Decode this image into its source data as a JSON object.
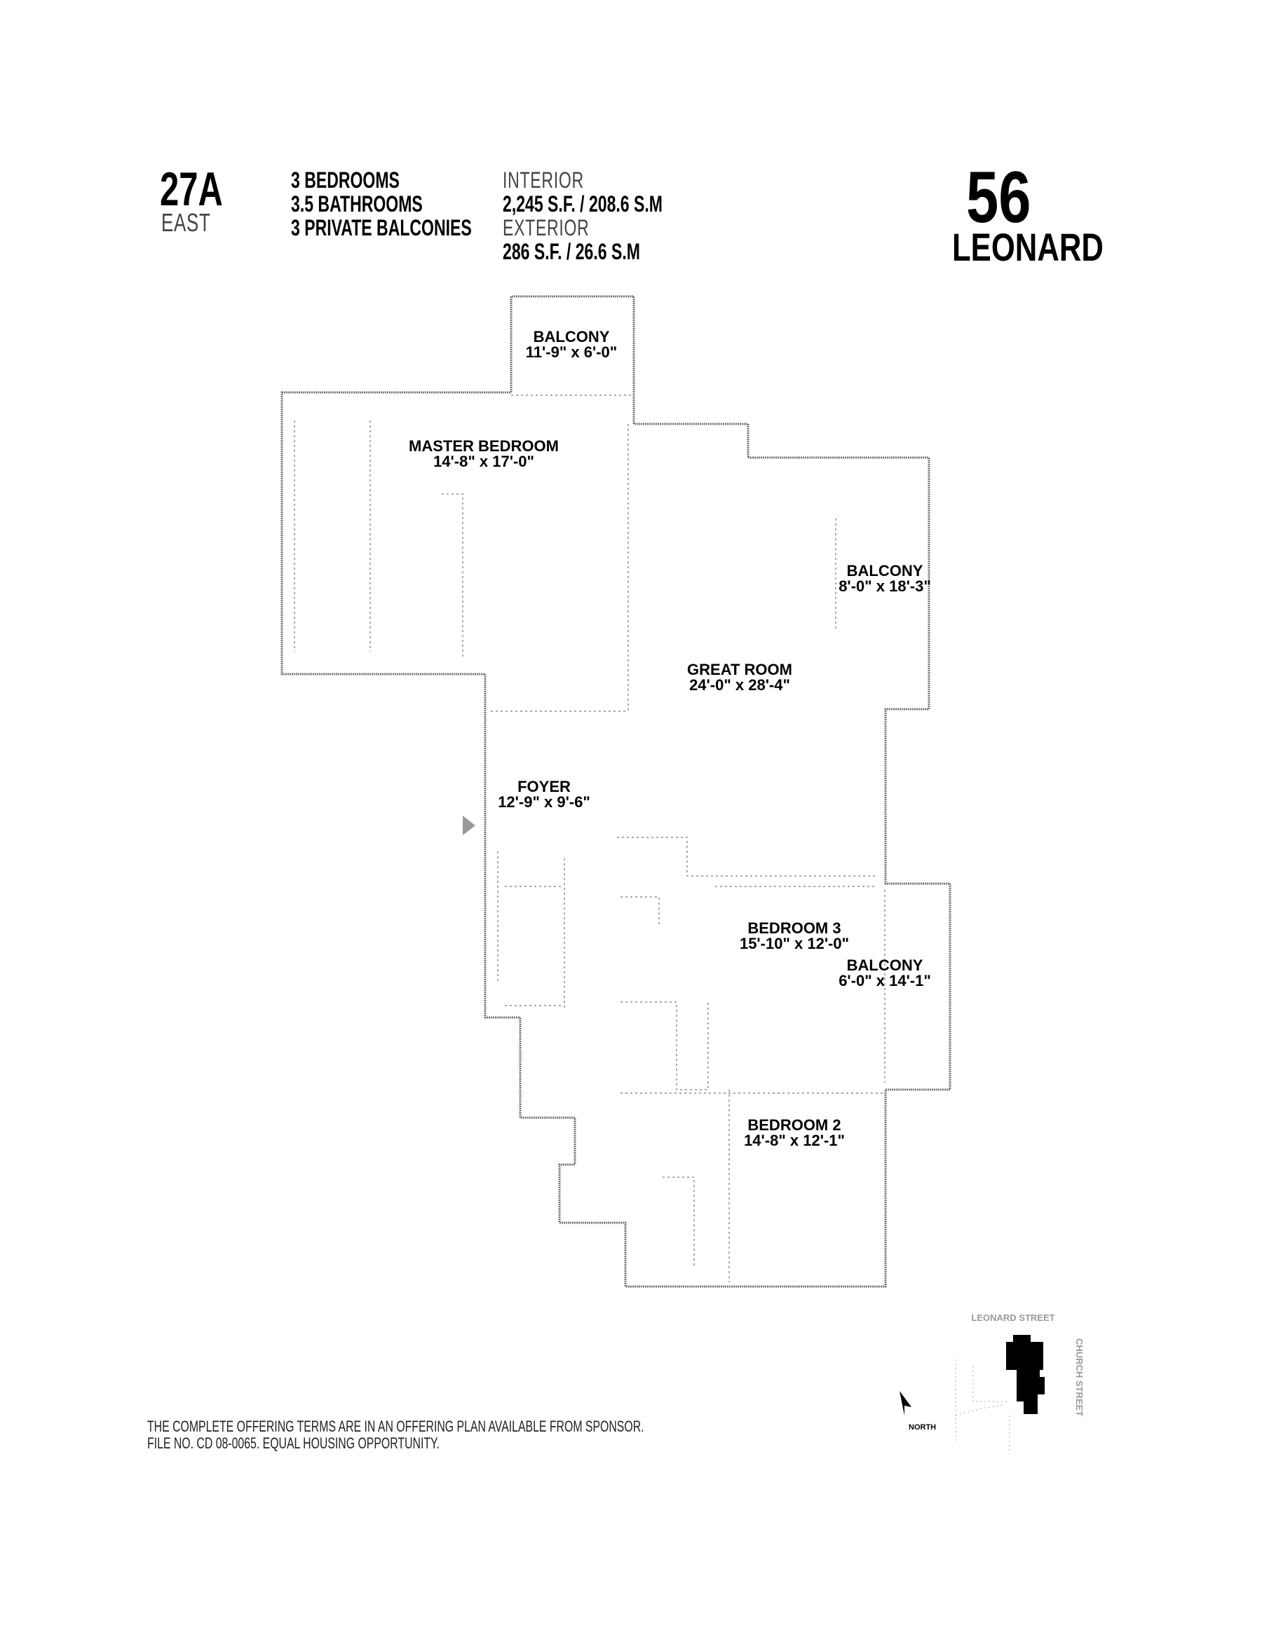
{
  "header": {
    "unit": "27A",
    "wing": "EAST",
    "features": [
      "3 BEDROOMS",
      "3.5 BATHROOMS",
      "3 PRIVATE BALCONIES"
    ],
    "interior_label": "INTERIOR",
    "interior_area": "2,245 S.F. / 208.6 S.M",
    "exterior_label": "EXTERIOR",
    "exterior_area": "286 S.F. / 26.6 S.M"
  },
  "logo": {
    "number": "56",
    "name": "LEONARD"
  },
  "rooms": [
    {
      "name": "BALCONY",
      "dims": "11'-9\" x 6'-0\""
    },
    {
      "name": "MASTER BEDROOM",
      "dims": "14'-8\" x 17'-0\""
    },
    {
      "name": "BALCONY",
      "dims": "8'-0\" x 18'-3\""
    },
    {
      "name": "GREAT ROOM",
      "dims": "24'-0\" x 28'-4\""
    },
    {
      "name": "FOYER",
      "dims": "12'-9\" x 9'-6\""
    },
    {
      "name": "BEDROOM 3",
      "dims": "15'-10\" x 12'-0\""
    },
    {
      "name": "BALCONY",
      "dims": "6'-0\" x 14'-1\""
    },
    {
      "name": "BEDROOM 2",
      "dims": "14'-8\" x 12'-1\""
    }
  ],
  "keyplan": {
    "street_top": "LEONARD STREET",
    "street_side": "CHURCH STREET",
    "north": "NORTH"
  },
  "footer": {
    "line1": "THE COMPLETE OFFERING TERMS ARE IN AN OFFERING PLAN AVAILABLE FROM SPONSOR.",
    "line2": "FILE NO. CD 08-0065. EQUAL HOUSING OPPORTUNITY."
  }
}
